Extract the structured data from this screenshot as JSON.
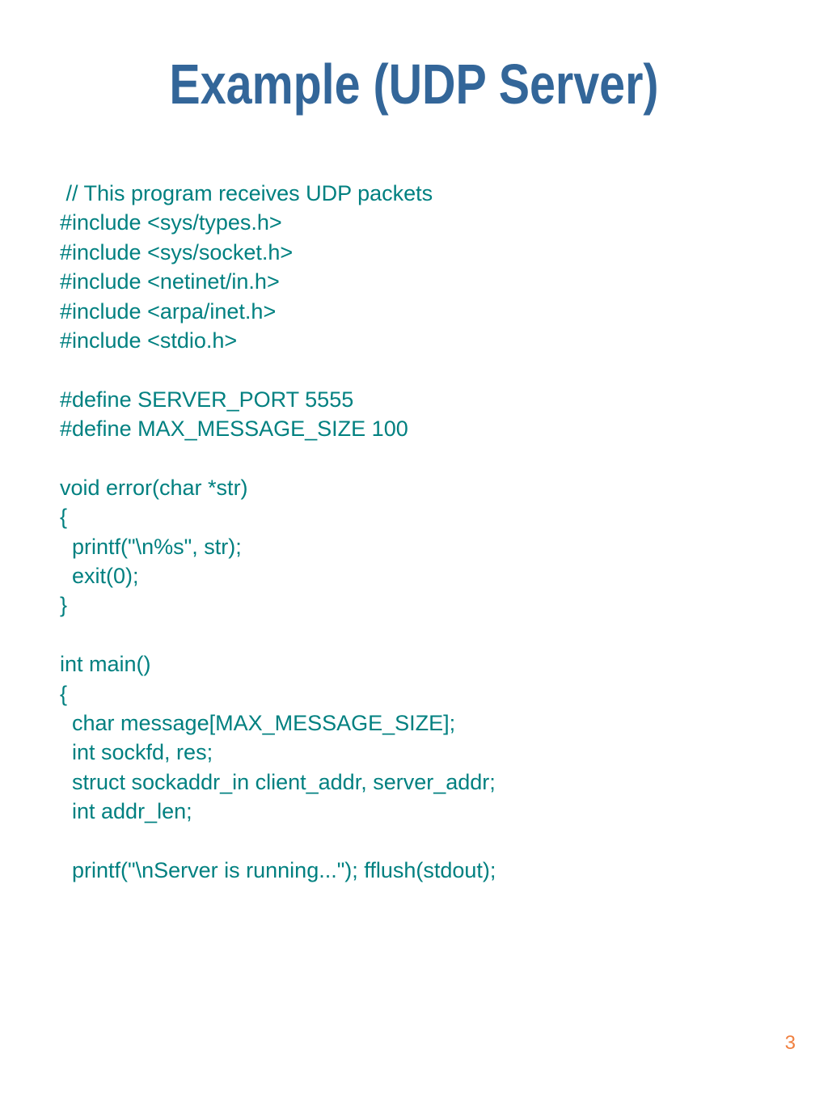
{
  "slide": {
    "title": "Example (UDP Server)",
    "page_number": "3",
    "code_lines": [
      " // This program receives UDP packets",
      "#include <sys/types.h>",
      "#include <sys/socket.h>",
      "#include <netinet/in.h>",
      "#include <arpa/inet.h>",
      "#include <stdio.h>",
      "",
      "#define SERVER_PORT 5555",
      "#define MAX_MESSAGE_SIZE 100",
      "",
      "void error(char *str)",
      "{",
      "  printf(\"\\n%s\", str);",
      "  exit(0);",
      "}",
      "",
      "int main()",
      "{",
      "  char message[MAX_MESSAGE_SIZE];",
      "  int sockfd, res;",
      "  struct sockaddr_in client_addr, server_addr;",
      "  int addr_len;",
      "",
      "  printf(\"\\nServer is running...\"); fflush(stdout);"
    ],
    "colors": {
      "title": "#336699",
      "code": "#008080",
      "page_number": "#F08040",
      "background": "#FFFFFF"
    }
  }
}
